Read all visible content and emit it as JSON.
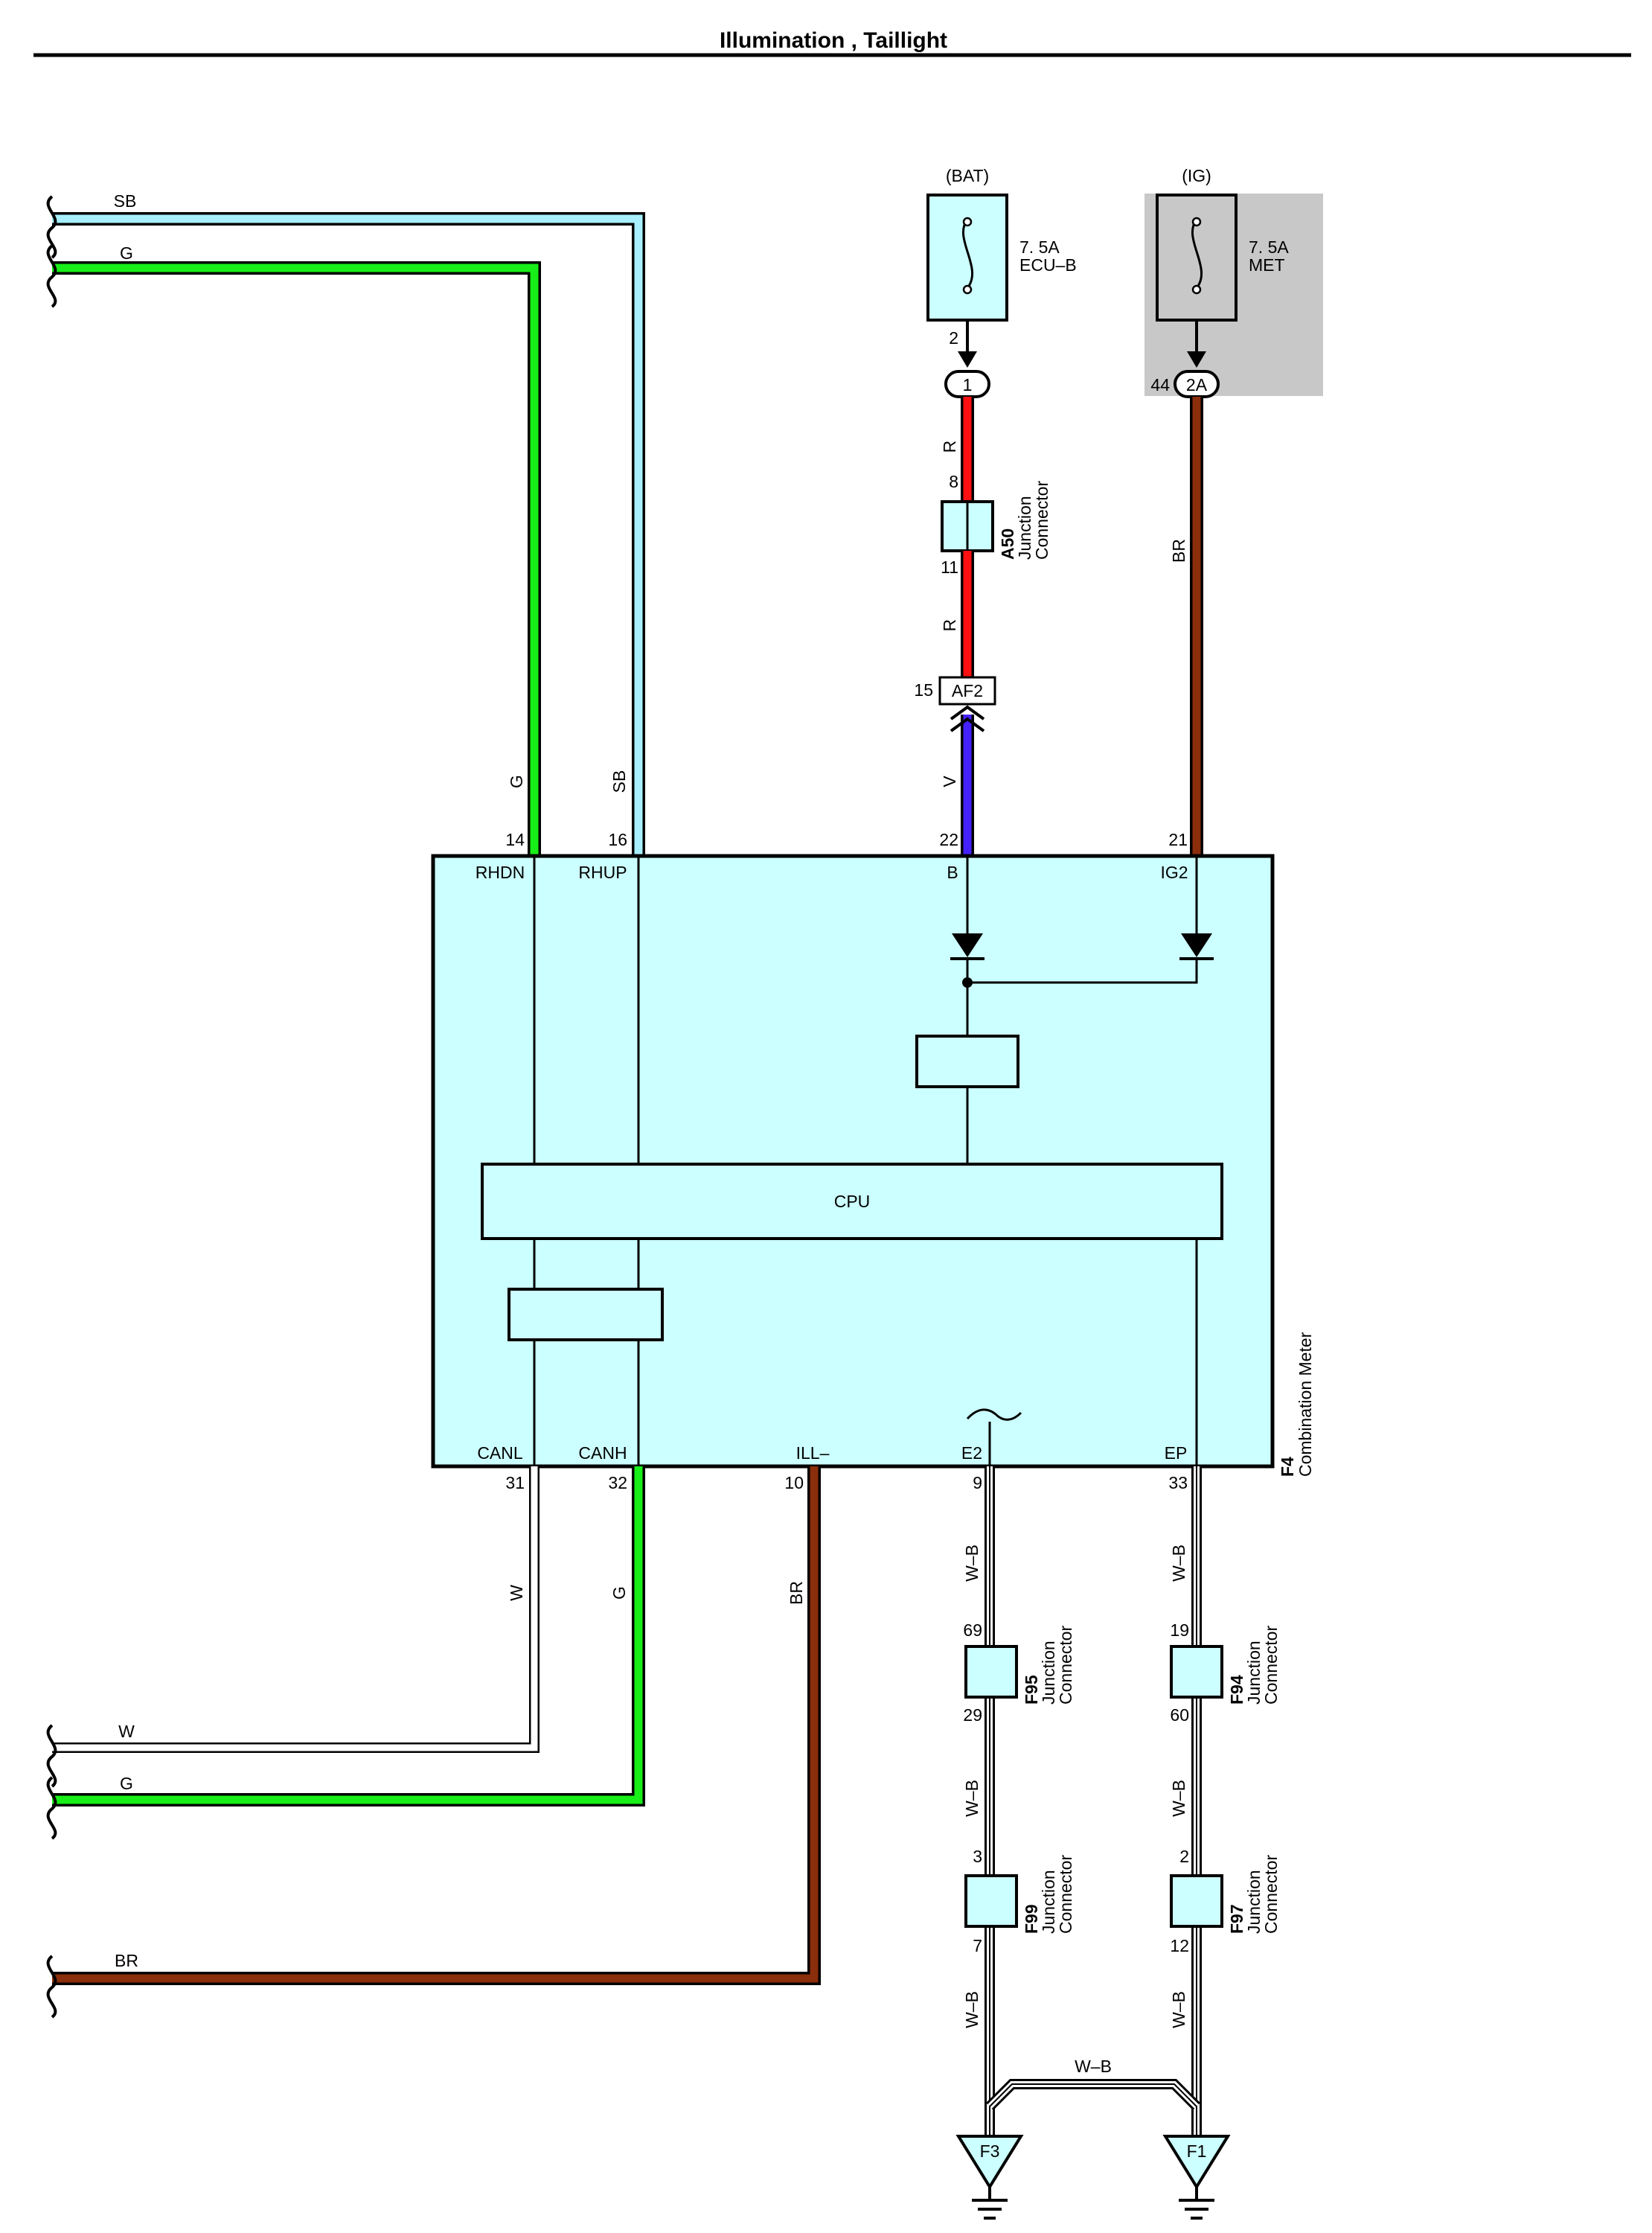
{
  "title": "Illumination , Taillight",
  "colors": {
    "SB": "#a8f0ff",
    "G": "#18ee18",
    "R": "#ff1010",
    "V": "#4422ff",
    "BR": "#8b2e0b",
    "W": "#9a9a9a",
    "module_fill": "#ccffff",
    "fuse_fill": "#ccffff",
    "ig_bg": "#c8c8c8"
  },
  "left_wires": {
    "sb": "SB",
    "g_top": "G",
    "w": "W",
    "g_bottom": "G",
    "br": "BR"
  },
  "fuses": {
    "bat": {
      "supply": "(BAT)",
      "rating": "7. 5A",
      "name": "ECU–B",
      "pin": "2",
      "connector": "1"
    },
    "ig": {
      "supply": "(IG)",
      "rating": "7. 5A",
      "name": "MET",
      "pin": "44",
      "connector": "2A"
    }
  },
  "bat_branch": {
    "wire_upper": "R",
    "pin_upper": "8",
    "connector_id": "A50",
    "connector_line1": "Junction",
    "connector_line2": "Connector",
    "pin_lower": "11",
    "wire_lower": "R",
    "af2_pin": "15",
    "af2_label": "AF2",
    "wire_v": "V"
  },
  "ig_branch": {
    "wire": "BR"
  },
  "module": {
    "id": "F4",
    "name": "Combination Meter",
    "cpu": "CPU",
    "top_pins": [
      {
        "num": "14",
        "name": "RHDN",
        "wire": "G"
      },
      {
        "num": "16",
        "name": "RHUP",
        "wire": "SB"
      },
      {
        "num": "22",
        "name": "B",
        "wire": "V"
      },
      {
        "num": "21",
        "name": "IG2",
        "wire": ""
      }
    ],
    "bottom_pins": [
      {
        "num": "31",
        "name": "CANL",
        "wire": "W"
      },
      {
        "num": "32",
        "name": "CANH",
        "wire": "G"
      },
      {
        "num": "10",
        "name": "ILL–",
        "wire": "BR"
      },
      {
        "num": "9",
        "name": "E2",
        "wire": "W–B"
      },
      {
        "num": "33",
        "name": "EP",
        "wire": "W–B"
      }
    ]
  },
  "ground_paths": {
    "e2": {
      "jc1": {
        "id": "F95",
        "line1": "Junction",
        "line2": "Connector",
        "pin_in": "69",
        "pin_out": "29"
      },
      "jc2": {
        "id": "F99",
        "line1": "Junction",
        "line2": "Connector",
        "pin_in": "3",
        "pin_out": "7"
      },
      "wire1": "W–B",
      "wire2": "W–B",
      "wire3": "W–B",
      "ground": "F3"
    },
    "ep": {
      "jc1": {
        "id": "F94",
        "line1": "Junction",
        "line2": "Connector",
        "pin_in": "19",
        "pin_out": "60"
      },
      "jc2": {
        "id": "F97",
        "line1": "Junction",
        "line2": "Connector",
        "pin_in": "2",
        "pin_out": "12"
      },
      "wire1": "W–B",
      "wire2": "W–B",
      "wire3": "W–B",
      "ground": "F1"
    },
    "bridge_wire": "W–B"
  }
}
